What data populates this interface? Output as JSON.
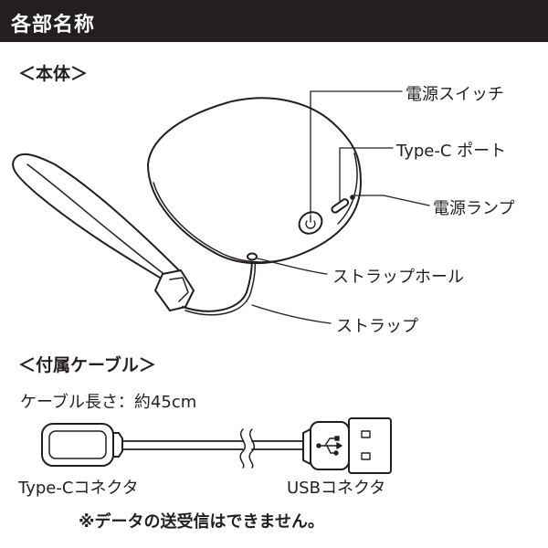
{
  "header": {
    "title": "各部名称"
  },
  "body_section": {
    "heading": "＜本体＞",
    "callouts": {
      "power_switch": "電源スイッチ",
      "typec_port": "Type-C ポート",
      "power_lamp": "電源ランプ",
      "strap_hole": "ストラップホール",
      "strap": "ストラップ"
    }
  },
  "cable_section": {
    "heading": "＜付属ケーブル＞",
    "length_text": "ケーブル長さ：約45cm",
    "typec_connector": "Type-Cコネクタ",
    "usb_connector": "USBコネクタ",
    "note": "※データの送受信はできません。"
  },
  "colors": {
    "header_bg": "#231f20",
    "line": "#231f20"
  },
  "icons": {
    "power": "power-icon",
    "usb": "usb-trident-icon"
  }
}
